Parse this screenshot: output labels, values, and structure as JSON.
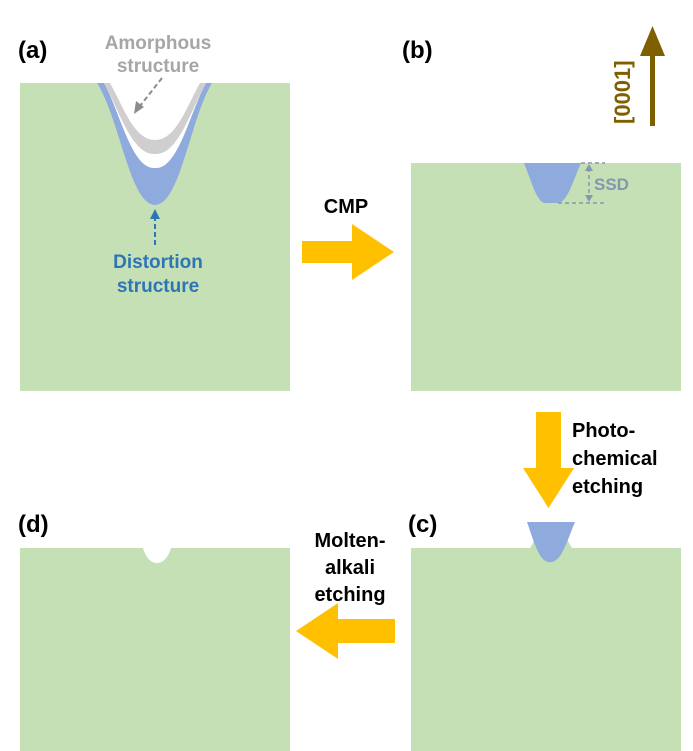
{
  "panels": {
    "a": {
      "label": "(a)"
    },
    "b": {
      "label": "(b)"
    },
    "c": {
      "label": "(c)"
    },
    "d": {
      "label": "(d)"
    }
  },
  "annotations": {
    "amorphous_line1": "Amorphous",
    "amorphous_line2": "structure",
    "distortion_line1": "Distortion",
    "distortion_line2": "structure",
    "ssd": "SSD",
    "direction": "[0001]"
  },
  "steps": {
    "cmp": "CMP",
    "photo_line1": "Photo-",
    "photo_line2": "chemical",
    "photo_line3": "etching",
    "molten_line1": "Molten-",
    "molten_line2": "alkali",
    "molten_line3": "etching"
  },
  "colors": {
    "substrate": "#c5e0b4",
    "distortion_layer": "#8faadc",
    "amorphous_layer": "#d0cece",
    "process_arrow": "#ffc000",
    "direction_arrow": "#7f6000",
    "amorphous_text": "#a6a6a6",
    "distortion_text": "#2e75b6",
    "ssd_text": "#8497b0"
  }
}
